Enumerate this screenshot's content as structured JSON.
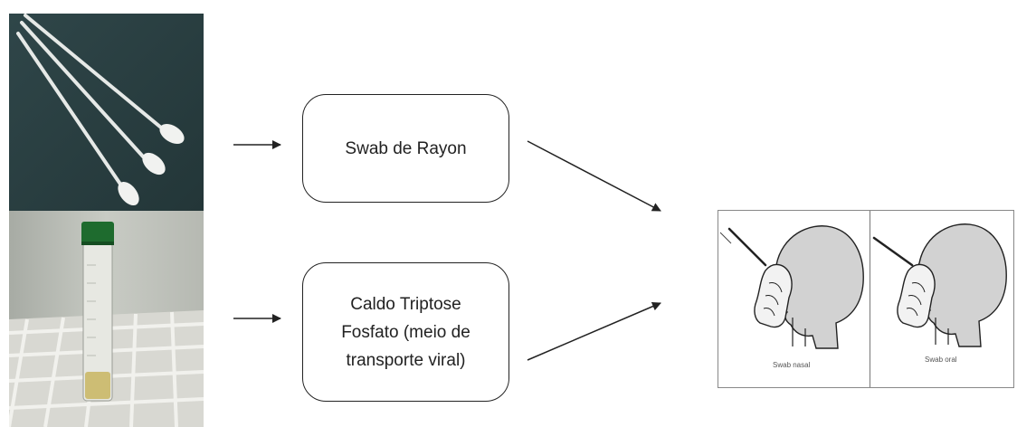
{
  "boxes": {
    "swab": {
      "label": "Swab de Rayon"
    },
    "caldo": {
      "lines": [
        "Caldo Triptose",
        "Fosfato (meio de",
        "transporte viral)"
      ]
    }
  },
  "illustration": {
    "captions": [
      "Swab nasal",
      "Swab oral"
    ]
  },
  "colors": {
    "photo_background_dark": "#2c4245",
    "swab_stick": "#e9ecea",
    "tube_cap": "#1e6b2e",
    "stroke": "#222222",
    "head_fill": "#d2d2d2"
  }
}
